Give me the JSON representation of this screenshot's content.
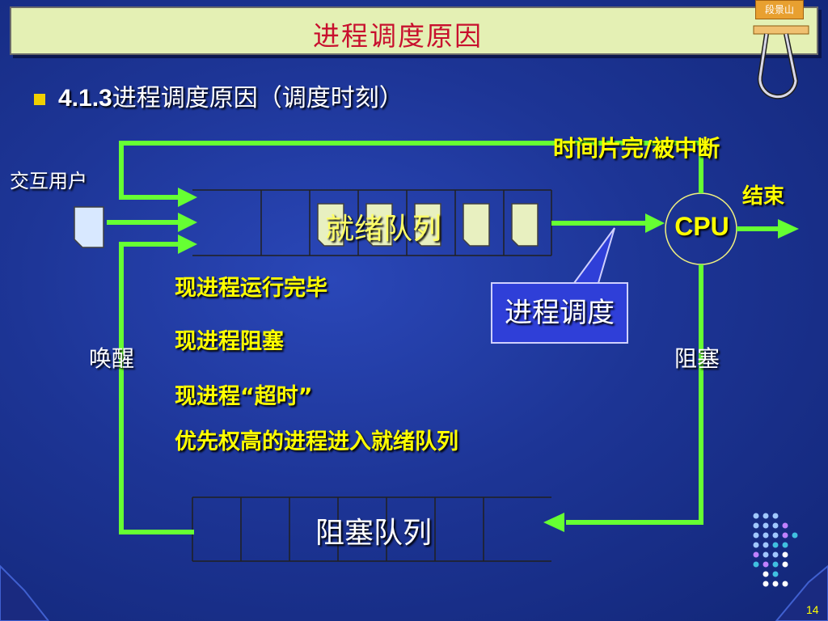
{
  "title": "进程调度原因",
  "tag": "段景山",
  "heading": {
    "number": "4.1.3",
    "text": "进程调度原因（调度时刻）"
  },
  "labels": {
    "interactive_user": "交互用户",
    "timeslice": "时间片完/被中断",
    "end": "结束",
    "cpu": "CPU",
    "ready_queue": "就绪队列",
    "scheduler": "进程调度",
    "wakeup": "唤醒",
    "block": "阻塞",
    "blocked_queue": "阻塞队列"
  },
  "reasons": [
    "现进程运行完毕",
    "现进程阻塞",
    "现进程“超时”",
    "优先权高的进程进入就绪队列"
  ],
  "page_number": "14",
  "colors": {
    "arrow_green": "#66ff33",
    "text_yellow": "#ffff00",
    "title_red": "#c8102e"
  }
}
